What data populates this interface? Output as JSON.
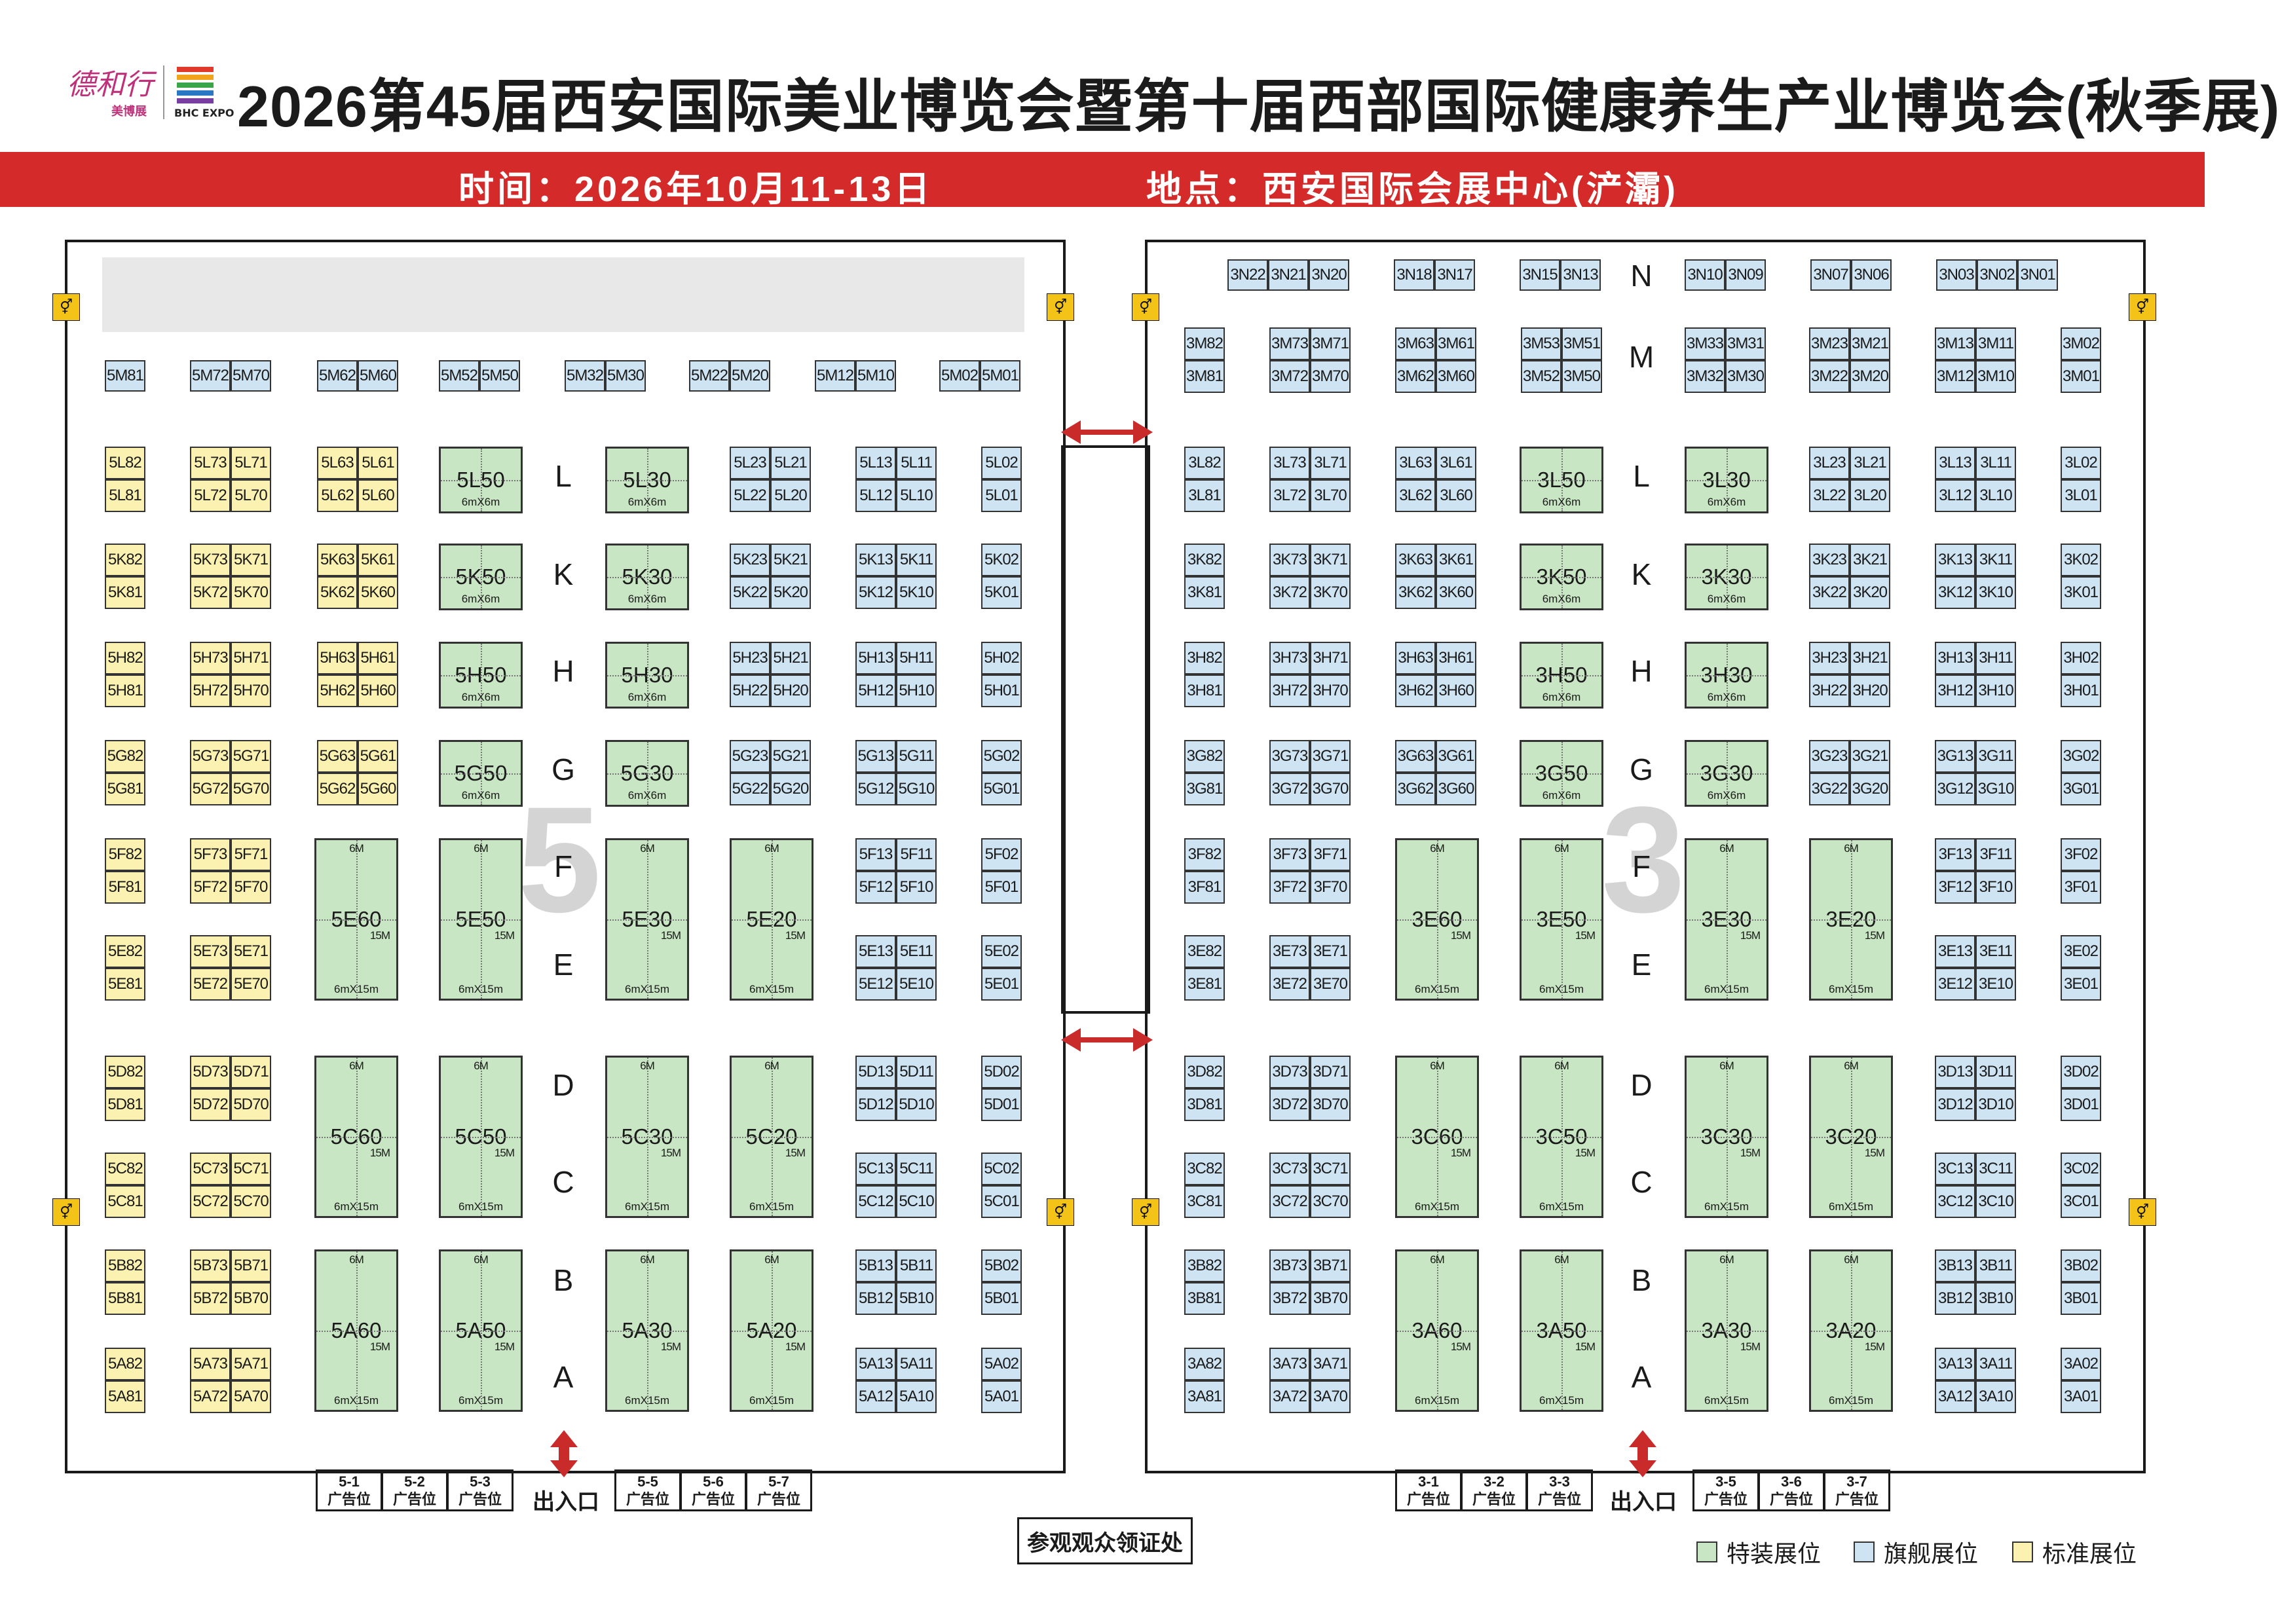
{
  "header": {
    "logo_text": "德和行",
    "logo_sub": "美博展",
    "logo_expo": "BHC EXPO",
    "title": "2026第45届西安国际美业博览会暨第十届西部国际健康养生产业博览会(秋季展)",
    "time_text": "时间：2026年10月11-13日",
    "place_text": "地点：西安国际会展中心(浐灞)"
  },
  "halls": {
    "left_number": "5",
    "right_number": "3"
  },
  "entrance_label": "出入口",
  "visitor_desk": "参观观众领证处",
  "ad_word": "广告位",
  "ads_left": [
    "5-1",
    "5-2",
    "5-3",
    "5-5",
    "5-6",
    "5-7"
  ],
  "ads_right": [
    "3-1",
    "3-2",
    "3-3",
    "3-5",
    "3-6",
    "3-7"
  ],
  "legend": [
    {
      "label": "特装展位",
      "color": "#c8e6c3"
    },
    {
      "label": "旗舰展位",
      "color": "#cfe4f3"
    },
    {
      "label": "标准展位",
      "color": "#fbf2b2"
    }
  ],
  "colors": {
    "banner": "#d42a2a",
    "special": "#c8e6c3",
    "flagship": "#cfe4f3",
    "standard": "#fbf2b2"
  },
  "booth_dims": {
    "small": "6mX6m",
    "large": "6mX15m",
    "six": "6M",
    "fifteen": "15M"
  },
  "left_N_labels": [
    "5M81",
    "5M72",
    "5M70",
    "5M62",
    "5M60",
    "5M52",
    "5M50",
    "5M32",
    "5M30",
    "5M22",
    "5M20",
    "5M12",
    "5M10",
    "5M02",
    "5M01"
  ],
  "right_N_labels": [
    "3N22",
    "3N21",
    "3N20",
    "3N18",
    "3N17",
    "3N15",
    "3N13",
    "3N10",
    "3N09",
    "3N07",
    "3N06",
    "3N03",
    "3N02",
    "3N01"
  ],
  "row_letters_left": [
    "L",
    "K",
    "H",
    "G",
    "F",
    "E",
    "D",
    "C",
    "B",
    "A"
  ],
  "row_letters_right": [
    "N",
    "M",
    "L",
    "K",
    "H",
    "G",
    "F",
    "E",
    "D",
    "C",
    "B",
    "A"
  ],
  "rows": [
    {
      "letter": "L",
      "ltr": true,
      "pairs": [
        [
          "L82",
          "L81"
        ],
        [
          "L73",
          "L71",
          "L72",
          "L70"
        ],
        [
          "L63",
          "L61",
          "L62",
          "L60"
        ],
        [
          "L23",
          "L21",
          "L22",
          "L20"
        ],
        [
          "L13",
          "L11",
          "L12",
          "L10"
        ],
        [
          "L02",
          "L01"
        ]
      ],
      "specials": [
        "L50",
        "L30"
      ]
    },
    {
      "letter": "K",
      "pairs": [
        [
          "K82",
          "K81"
        ],
        [
          "K73",
          "K71",
          "K72",
          "K70"
        ],
        [
          "K63",
          "K61",
          "K62",
          "K60"
        ],
        [
          "K23",
          "K21",
          "K22",
          "K20"
        ],
        [
          "K13",
          "K11",
          "K12",
          "K10"
        ],
        [
          "K02",
          "K01"
        ]
      ],
      "specials": [
        "K50",
        "K30"
      ]
    },
    {
      "letter": "H",
      "pairs": [
        [
          "H82",
          "H81"
        ],
        [
          "H73",
          "H71",
          "H72",
          "H70"
        ],
        [
          "H63",
          "H61",
          "H62",
          "H60"
        ],
        [
          "H23",
          "H21",
          "H22",
          "H20"
        ],
        [
          "H13",
          "H11",
          "H12",
          "H10"
        ],
        [
          "H02",
          "H01"
        ]
      ],
      "specials": [
        "H50",
        "H30"
      ]
    },
    {
      "letter": "G",
      "pairs": [
        [
          "G82",
          "G81"
        ],
        [
          "G73",
          "G71",
          "G72",
          "G70"
        ],
        [
          "G63",
          "G61",
          "G62",
          "G60"
        ],
        [
          "G23",
          "G21",
          "G22",
          "G20"
        ],
        [
          "G13",
          "G11",
          "G12",
          "G10"
        ],
        [
          "G02",
          "G01"
        ]
      ],
      "specials": [
        "G50",
        "G30"
      ]
    },
    {
      "letter": "F",
      "pairs": [
        [
          "F82",
          "F81"
        ],
        [
          "F73",
          "F71",
          "F72",
          "F70"
        ],
        [],
        [],
        [
          "F13",
          "F11",
          "F12",
          "F10"
        ],
        [
          "F02",
          "F01"
        ]
      ],
      "specials": []
    },
    {
      "letter": "E",
      "pairs": [
        [
          "E82",
          "E81"
        ],
        [
          "E73",
          "E71",
          "E72",
          "E70"
        ],
        [],
        [],
        [
          "E13",
          "E11",
          "E12",
          "E10"
        ],
        [
          "E02",
          "E01"
        ]
      ],
      "specials": []
    },
    {
      "letter": "D",
      "pairs": [
        [
          "D82",
          "D81"
        ],
        [
          "D73",
          "D71",
          "D72",
          "D70"
        ],
        [],
        [],
        [
          "D13",
          "D11",
          "D12",
          "D10"
        ],
        [
          "D02",
          "D01"
        ]
      ],
      "specials": []
    },
    {
      "letter": "C",
      "pairs": [
        [
          "C82",
          "C81"
        ],
        [
          "C73",
          "C71",
          "C72",
          "C70"
        ],
        [],
        [],
        [
          "C13",
          "C11",
          "C12",
          "C10"
        ],
        [
          "C02",
          "C01"
        ]
      ],
      "specials": []
    },
    {
      "letter": "B",
      "pairs": [
        [
          "B82",
          "B81"
        ],
        [
          "B73",
          "B71",
          "B72",
          "B70"
        ],
        [],
        [],
        [
          "B13",
          "B11",
          "B12",
          "B10"
        ],
        [
          "B02",
          "B01"
        ]
      ],
      "specials": []
    },
    {
      "letter": "A",
      "pairs": [
        [
          "A82",
          "A81"
        ],
        [
          "A73",
          "A71",
          "A72",
          "A70"
        ],
        [],
        [],
        [
          "A13",
          "A11",
          "A12",
          "A10"
        ],
        [
          "A02",
          "A01"
        ]
      ],
      "specials": []
    }
  ],
  "large_left": [
    "E60",
    "E50",
    "E30",
    "E20",
    "C60",
    "C50",
    "C30",
    "C20",
    "A60",
    "A50",
    "A30",
    "A20"
  ],
  "right_M": [
    "M82",
    "M81",
    "M73",
    "M71",
    "M72",
    "M70",
    "M63",
    "M61",
    "M62",
    "M60",
    "M53",
    "M51",
    "M52",
    "M50",
    "M33",
    "M31",
    "M32",
    "M30",
    "M23",
    "M21",
    "M22",
    "M20",
    "M13",
    "M11",
    "M12",
    "M10",
    "M02",
    "M01"
  ]
}
